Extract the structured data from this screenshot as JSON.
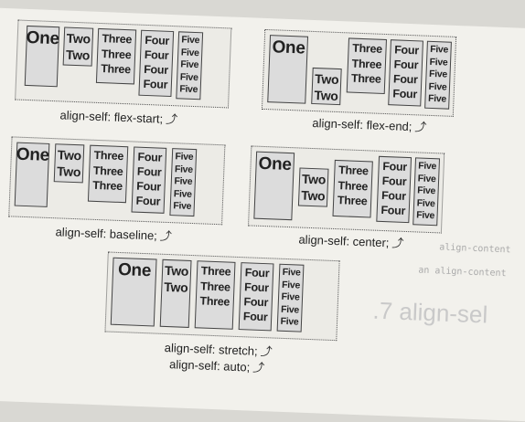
{
  "items": {
    "one": [
      "One"
    ],
    "two": [
      "Two",
      "Two"
    ],
    "three": [
      "Three",
      "Three",
      "Three"
    ],
    "four": [
      "Four",
      "Four",
      "Four",
      "Four"
    ],
    "five": [
      "Five",
      "Five",
      "Five",
      "Five",
      "Five"
    ]
  },
  "captions": {
    "flex_start": "align-self: flex-start;",
    "flex_end": "align-self: flex-end;",
    "baseline": "align-self: baseline;",
    "center": "align-self: center;",
    "stretch": "align-self: stretch;",
    "auto": "align-self: auto;"
  },
  "background": {
    "heading": ".7 align-sel",
    "code_lines": [
      "align-content",
      "an align-content"
    ]
  }
}
